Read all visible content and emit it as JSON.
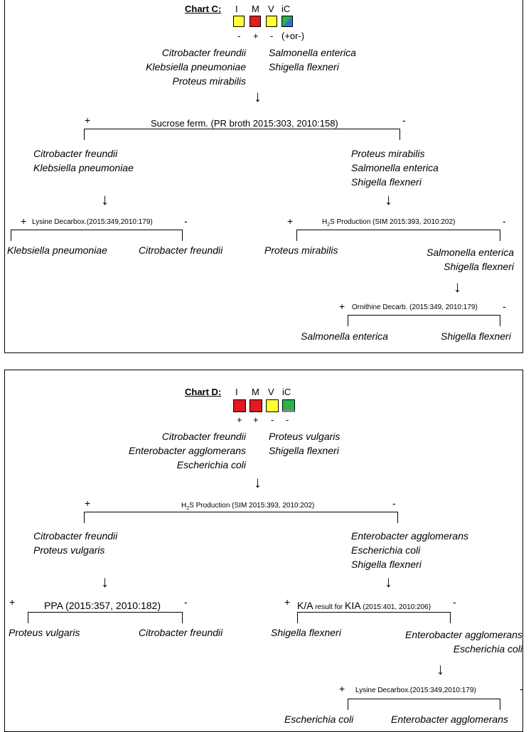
{
  "colors": {
    "yellow": "#ffff33",
    "red": "#e11b22",
    "green": "#29b34a",
    "blue": "#2f6fd8"
  },
  "chart_c": {
    "title": "Chart C:",
    "tests": [
      "I",
      "M",
      "V",
      "iC"
    ],
    "box_colors": [
      "yellow",
      "red",
      "yellow",
      "blue-green-split"
    ],
    "signs": [
      "-",
      "+",
      "-",
      "(+or-)"
    ],
    "organisms_left": [
      "Citrobacter freundii",
      "Klebsiella pneumoniae",
      "Proteus mirabilis"
    ],
    "organisms_right": [
      "Salmonella enterica",
      "Shigella flexneri"
    ],
    "arrow": "↓",
    "sucrose": {
      "plus": "+",
      "minus": "-",
      "label": "Sucrose ferm. (PR broth 2015:303, 2010:158)",
      "left": [
        "Citrobacter freundii",
        "Klebsiella pneumoniae"
      ],
      "right": [
        "Proteus mirabilis",
        "Salmonella enterica",
        "Shigella flexneri"
      ]
    },
    "lysine": {
      "plus": "+",
      "minus": "-",
      "label": "Lysine Decarbox.(2015:349,2010:179)",
      "left": "Klebsiella pneumoniae",
      "right": "Citrobacter freundii"
    },
    "h2s": {
      "plus": "+",
      "minus": "-",
      "label_h": "H",
      "label_sub": "2",
      "label_rest": "S Production (SIM 2015:393, 2010:202)",
      "left": "Proteus mirabilis",
      "right": [
        "Salmonella enterica",
        "Shigella flexneri"
      ]
    },
    "ornithine": {
      "plus": "+",
      "minus": "-",
      "label": "Ornithine Decarb. (2015:349, 2010:179)",
      "left": "Salmonella enterica",
      "right": "Shigella flexneri"
    }
  },
  "chart_d": {
    "title": "Chart D:",
    "tests": [
      "I",
      "M",
      "V",
      "iC"
    ],
    "box_colors": [
      "red",
      "red",
      "yellow",
      "green"
    ],
    "signs": [
      "+",
      "+",
      "-",
      "-"
    ],
    "organisms_left": [
      "Citrobacter freundii",
      "Enterobacter agglomerans",
      "Escherichia coli"
    ],
    "organisms_right": [
      "Proteus vulgaris",
      "Shigella flexneri"
    ],
    "arrow": "↓",
    "h2s": {
      "plus": "+",
      "minus": "-",
      "label_h": "H",
      "label_sub": "2",
      "label_rest": "S Production (SIM 2015:393, 2010:202)",
      "left": [
        "Citrobacter freundii",
        "Proteus vulgaris"
      ],
      "right": [
        "Enterobacter agglomerans",
        "Escherichia coli",
        "Shigella flexneri"
      ]
    },
    "ppa": {
      "plus": "+",
      "minus": "-",
      "label": "PPA (2015:357, 2010:182)",
      "left": "Proteus vulgaris",
      "right": "Citrobacter freundii"
    },
    "kia": {
      "plus": "+",
      "minus": "-",
      "label_a": "K/A",
      "label_b": " result for ",
      "label_c": "KIA",
      "label_d": " (2015:401, 2010:206)",
      "left": "Shigella flexneri",
      "right": [
        "Enterobacter agglomerans",
        "Escherichia coli"
      ]
    },
    "lysine": {
      "plus": "+",
      "minus": "-",
      "label": "Lysine Decarbox.(2015:349,2010:179)",
      "left": "Escherichia coli",
      "right": "Enterobacter agglomerans"
    }
  }
}
